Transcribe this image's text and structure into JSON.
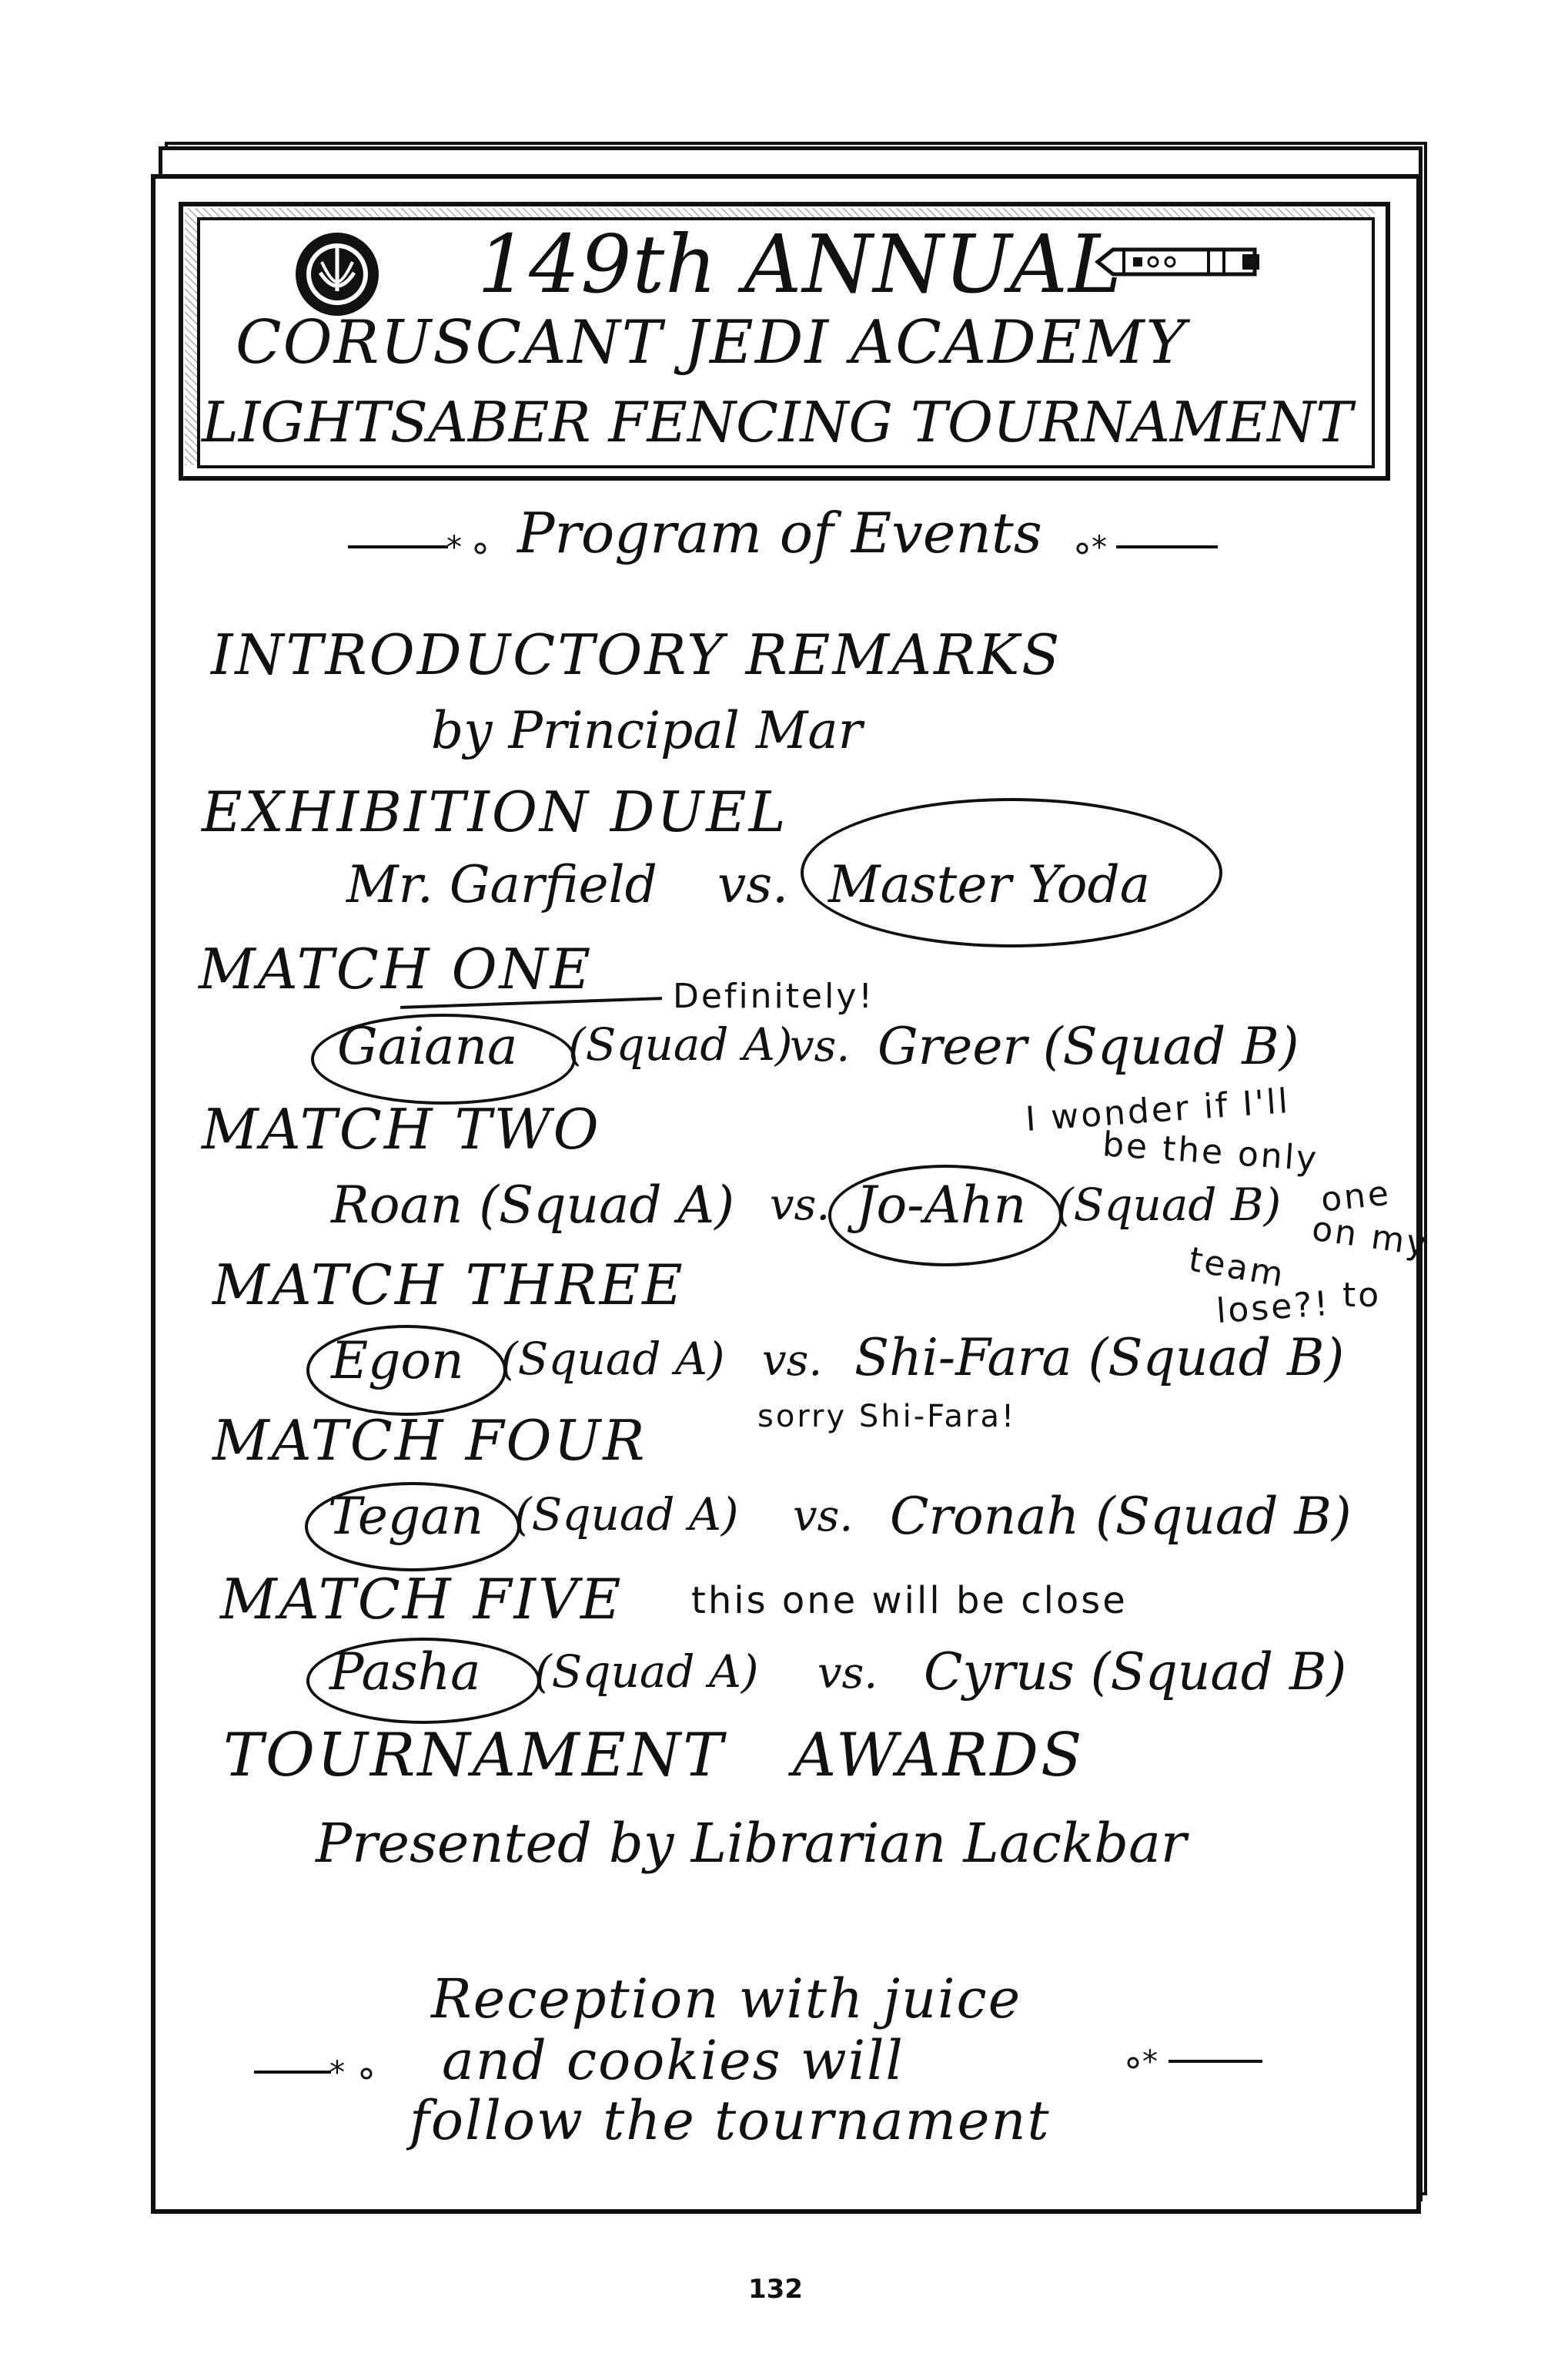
{
  "header": {
    "line1": "149th ANNUAL",
    "line2": "CORUSCANT JEDI ACADEMY",
    "line3": "LIGHTSABER FENCING TOURNAMENT"
  },
  "program_title": "Program of Events",
  "events": {
    "intro": {
      "title": "INTRODUCTORY REMARKS",
      "detail": "by Principal Mar"
    },
    "exhibition": {
      "title": "EXHIBITION DUEL",
      "left": "Mr. Garfield",
      "vs": "vs.",
      "right": "Master Yoda"
    },
    "match1": {
      "title": "MATCH ONE",
      "left": "Gaiana",
      "left_squad": "(Squad A)",
      "vs": "vs.",
      "right": "Greer (Squad B)"
    },
    "match2": {
      "title": "MATCH TWO",
      "left": "Roan (Squad A)",
      "vs": "vs.",
      "right": "Jo-Ahn",
      "right_squad": "(Squad B)"
    },
    "match3": {
      "title": "MATCH THREE",
      "left": "Egon",
      "left_squad": "(Squad A)",
      "vs": "vs.",
      "right": "Shi-Fara (Squad B)"
    },
    "match4": {
      "title": "MATCH FOUR",
      "left": "Tegan",
      "left_squad": "(Squad A)",
      "vs": "vs.",
      "right": "Cronah (Squad B)"
    },
    "match5": {
      "title": "MATCH FIVE",
      "left": "Pasha",
      "left_squad": "(Squad A)",
      "vs": "vs.",
      "right": "Cyrus (Squad B)"
    },
    "awards": {
      "title": "TOURNAMENT AWARDS",
      "detail": "Presented by Librarian Lackbar"
    }
  },
  "notes": {
    "definitely": "Definitely!",
    "wonder_1": "I wonder if I'll",
    "wonder_2": "be the only",
    "wonder_3": "one",
    "wonder_4": "on my",
    "wonder_5": "team",
    "wonder_6": "to",
    "wonder_7": "lose?!",
    "sorry": "sorry Shi-Fara!",
    "close": "this one will be close"
  },
  "footer": {
    "line1": "Reception with juice",
    "line2": "and cookies will",
    "line3": "follow the tournament"
  },
  "page_number": "132",
  "icons": [
    "jedi-order-emblem-icon",
    "lightsaber-icon"
  ]
}
